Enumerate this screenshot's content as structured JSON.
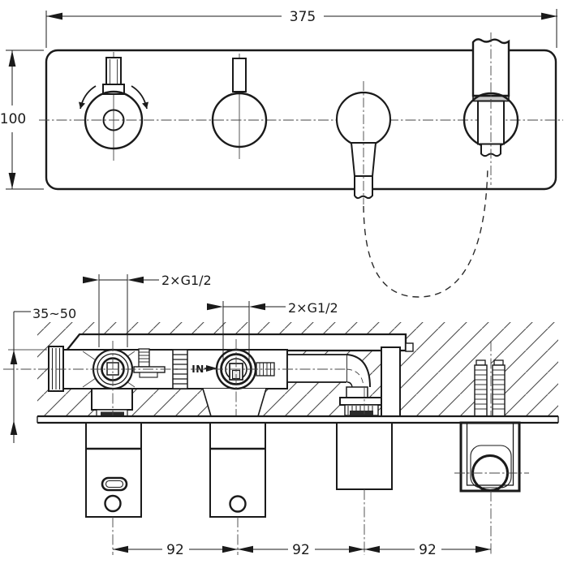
{
  "drawing": {
    "type": "faucet-installation-technical-drawing",
    "views": [
      "front-panel-view",
      "wall-section-view"
    ],
    "colors": {
      "line": "#1a1a1a",
      "background": "#ffffff",
      "centerline": "#444444"
    },
    "labels": {
      "overall_width": "375",
      "overall_height": "100",
      "embed_depth_range": "35~50",
      "top_ports": "2×G1/2",
      "inlet_ports": "2×G1/2",
      "inlet_marker": "IN",
      "spacing_1": "92",
      "spacing_2": "92",
      "spacing_3": "92"
    }
  }
}
